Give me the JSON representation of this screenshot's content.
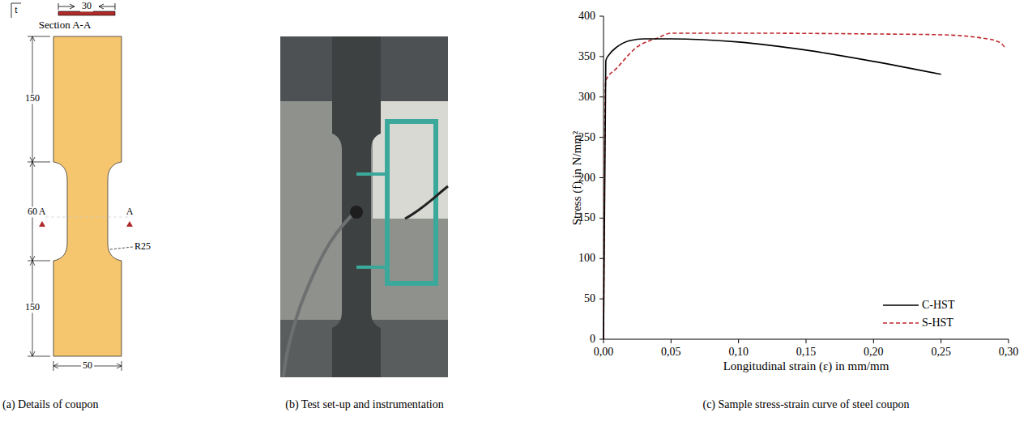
{
  "diagram": {
    "labels": [
      "t",
      "30",
      "Section A-A",
      "150",
      "60",
      "A",
      "A",
      "R25",
      "150",
      "50",
      "(a) Details of coupon",
      "(b) Test set-up and instrumentation",
      "0",
      "50",
      "100",
      "150",
      "200",
      "250",
      "300",
      "350",
      "400",
      "0,00",
      "0,05",
      "0,10",
      "0,15",
      "0,20",
      "0,25",
      "0,30",
      "Stress (f) in N/mm²",
      "Longitudinal strain (ε) in mm/mm",
      "(c) Sample stress-strain curve of steel coupon"
    ],
    "legend": [
      {
        "text": "C-HST"
      },
      {
        "text": "S-HST"
      }
    ]
  }
}
